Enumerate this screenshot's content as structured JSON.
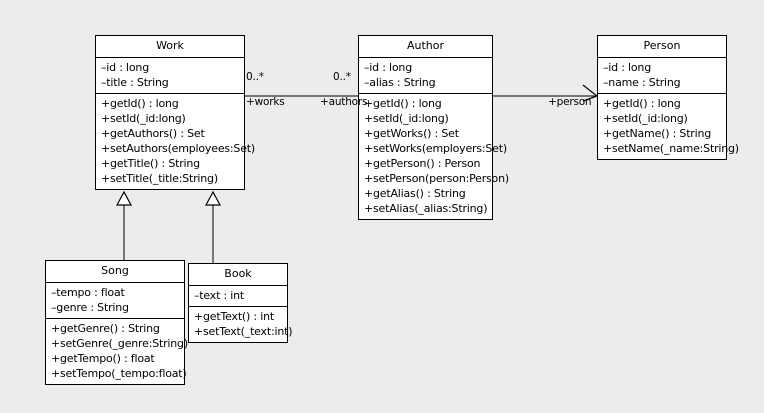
{
  "diagram": {
    "type": "uml-class-diagram",
    "background_color": "#ececec",
    "box_fill": "#ffffff",
    "line_color": "#000000"
  },
  "classes": {
    "work": {
      "name": "Work",
      "attributes": [
        "–id : long",
        "–title : String"
      ],
      "methods": [
        "+getId() : long",
        "+setId(_id:long)",
        "+getAuthors() : Set",
        "+setAuthors(employees:Set)",
        "+getTitle() : String",
        "+setTitle(_title:String)"
      ]
    },
    "author": {
      "name": "Author",
      "attributes": [
        "–id : long",
        "–alias : String"
      ],
      "methods": [
        "+getId() : long",
        "+setId(_id:long)",
        "+getWorks() : Set",
        "+setWorks(employers:Set)",
        "+getPerson() : Person",
        "+setPerson(person:Person)",
        "+getAlias() : String",
        "+setAlias(_alias:String)"
      ]
    },
    "person": {
      "name": "Person",
      "attributes": [
        "–id : long",
        "–name : String"
      ],
      "methods": [
        "+getId() : long",
        "+setId(_id:long)",
        "+getName() : String",
        "+setName(_name:String)"
      ]
    },
    "song": {
      "name": "Song",
      "attributes": [
        "–tempo : float",
        "–genre : String"
      ],
      "methods": [
        "+getGenre() : String",
        "+setGenre(_genre:String)",
        "+getTempo() : float",
        "+setTempo(_tempo:float)"
      ]
    },
    "book": {
      "name": "Book",
      "attributes": [
        "–text : int"
      ],
      "methods": [
        "+getText() : int",
        "+setText(_text:int)"
      ]
    }
  },
  "relations": {
    "work_author": {
      "kind": "association",
      "source_multiplicity": "0..*",
      "target_multiplicity": "0..*",
      "source_role": "+works",
      "target_role": "+authors"
    },
    "author_person": {
      "kind": "directed-association",
      "target_role": "+person"
    },
    "song_work": {
      "kind": "generalization"
    },
    "book_work": {
      "kind": "generalization"
    }
  }
}
